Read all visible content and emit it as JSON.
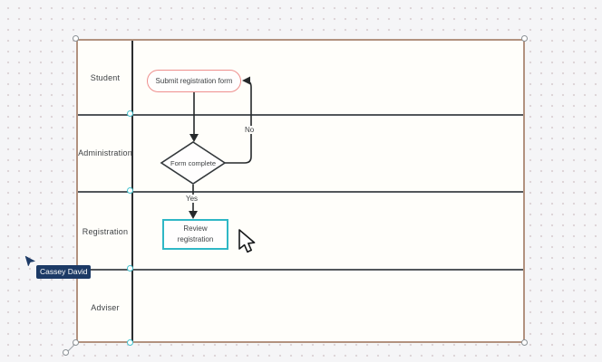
{
  "canvas": {
    "background": "#f5f5f7",
    "dot_color": "#dcd3d6"
  },
  "swimlane": {
    "border_color": "#b2927f",
    "lane_divider_color": "#53575b",
    "lanes": [
      {
        "label": "Student"
      },
      {
        "label": "Administration"
      },
      {
        "label": "Registration"
      },
      {
        "label": "Adviser"
      }
    ]
  },
  "flowchart": {
    "nodes": [
      {
        "id": "submit-form",
        "type": "terminator",
        "label": "Submit registration form",
        "border_color": "#ee8f8d"
      },
      {
        "id": "form-complete",
        "type": "decision",
        "label": "Form complete",
        "border_color": "#33383b"
      },
      {
        "id": "review-registration",
        "type": "process",
        "label": "Review registration",
        "border_color": "#2fb7c6",
        "selected": true
      }
    ],
    "edge_labels": {
      "no": "No",
      "yes": "Yes"
    }
  },
  "selection": {
    "handle_border": "#8a9095",
    "lane_handle_border": "#44c3cf"
  },
  "collaborator": {
    "name": "Cassey David",
    "color": "#1c3a66"
  }
}
